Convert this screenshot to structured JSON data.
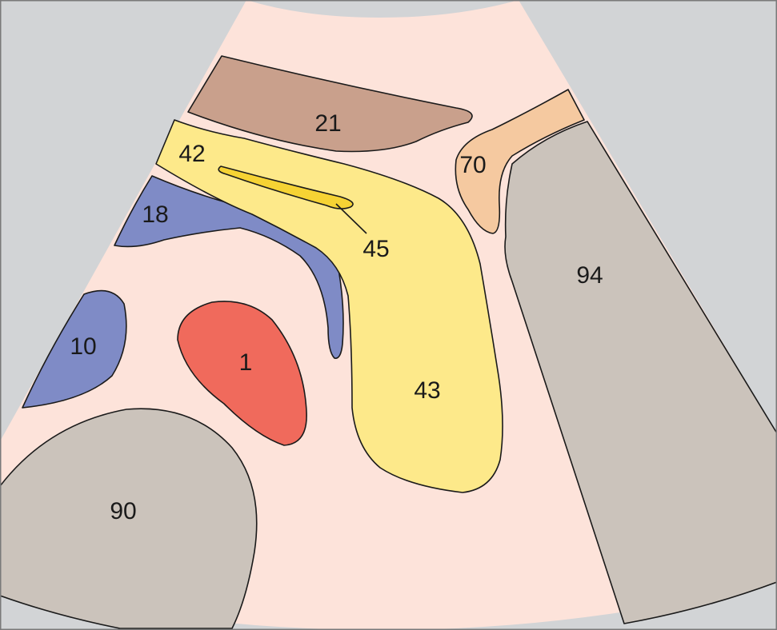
{
  "labels": {
    "l1": "1",
    "l10": "10",
    "l18": "18",
    "l21": "21",
    "l42": "42",
    "l43": "43",
    "l45": "45",
    "l70": "70",
    "l90": "90",
    "l94": "94"
  },
  "colors": {
    "background": "#d2d4d6",
    "sector": "#fde3da",
    "region_1": "#f06a5c",
    "region_10_18": "#7f8bc6",
    "region_21": "#c9a08c",
    "region_42_43": "#fde98a",
    "region_45": "#f6d334",
    "region_70": "#f5c9a0",
    "region_90_94": "#cbc3bb"
  }
}
